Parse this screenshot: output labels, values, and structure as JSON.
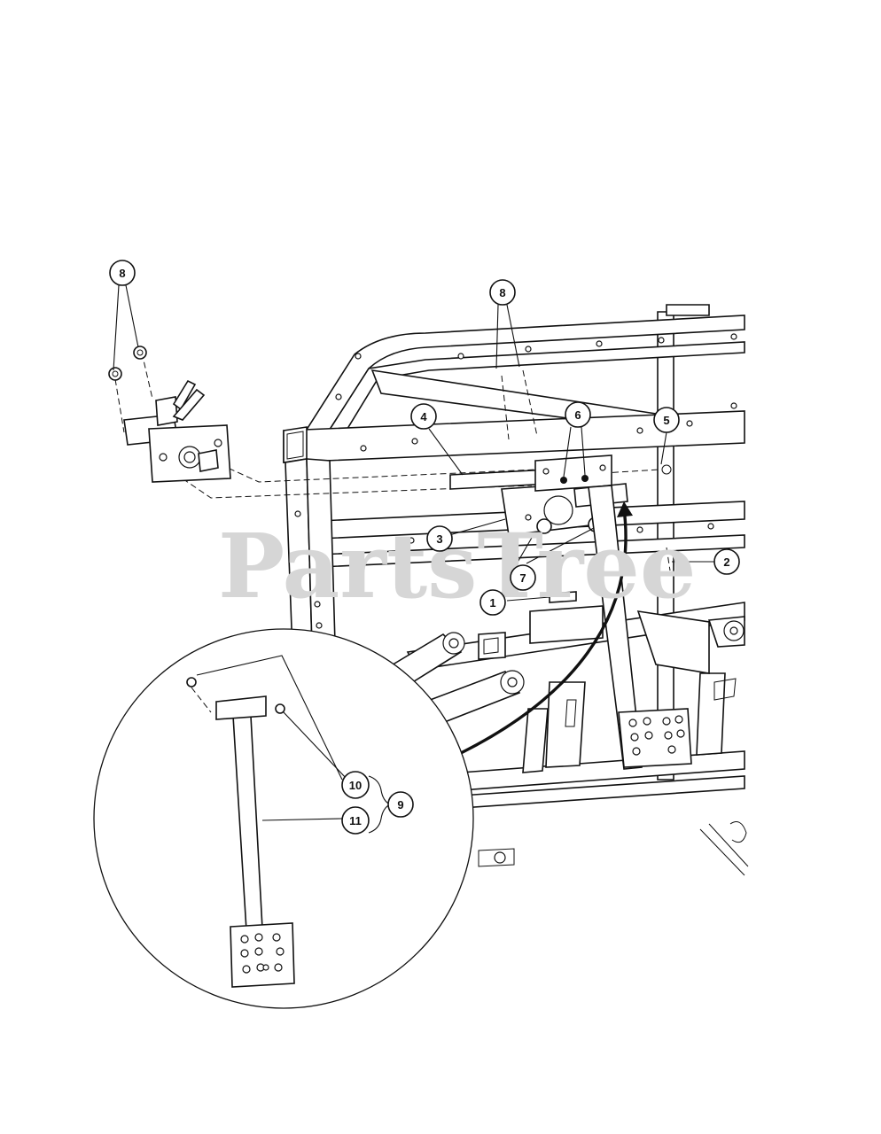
{
  "watermark": "PartsTree",
  "callouts": [
    {
      "label": "8"
    },
    {
      "label": "8"
    },
    {
      "label": "4"
    },
    {
      "label": "6"
    },
    {
      "label": "5"
    },
    {
      "label": "3"
    },
    {
      "label": "7"
    },
    {
      "label": "2"
    },
    {
      "label": "1"
    },
    {
      "label": "10"
    },
    {
      "label": "9"
    },
    {
      "label": "11"
    }
  ]
}
